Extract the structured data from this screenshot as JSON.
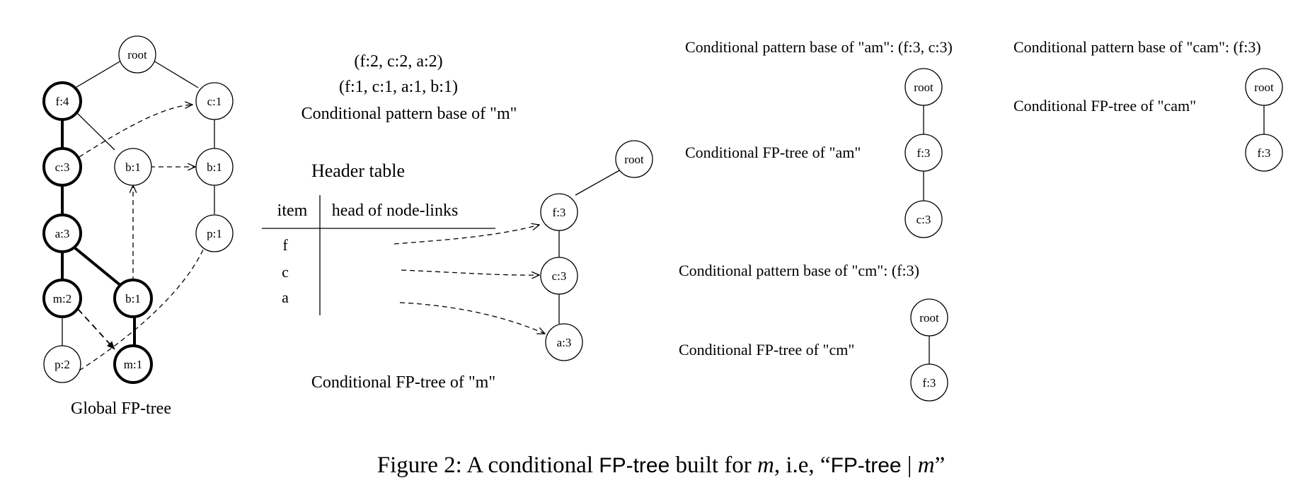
{
  "global_tree": {
    "caption": "Global FP-tree",
    "nodes": {
      "root": "root",
      "f4": "f:4",
      "c1top": "c:1",
      "c3": "c:3",
      "b1mid": "b:1",
      "b1right": "b:1",
      "a3": "a:3",
      "p1": "p:1",
      "m2": "m:2",
      "b1low": "b:1",
      "p2": "p:2",
      "m1": "m:1"
    }
  },
  "m_pattern_base": {
    "line1": "(f:2, c:2, a:2)",
    "line2": "(f:1, c:1, a:1, b:1)",
    "title": "Conditional pattern base of \"m\""
  },
  "header_table": {
    "title": "Header table",
    "col_item": "item",
    "col_head": "head of node-links",
    "rows": [
      "f",
      "c",
      "a"
    ]
  },
  "m_tree": {
    "caption": "Conditional FP-tree of \"m\"",
    "nodes": {
      "root": "root",
      "f3": "f:3",
      "c3": "c:3",
      "a3": "a:3"
    }
  },
  "am": {
    "pattern_base": "Conditional pattern base of \"am\": (f:3, c:3)",
    "tree_label": "Conditional FP-tree of \"am\"",
    "nodes": {
      "root": "root",
      "f3": "f:3",
      "c3": "c:3"
    }
  },
  "cam": {
    "pattern_base": "Conditional pattern base of \"cam\": (f:3)",
    "tree_label": "Conditional FP-tree of \"cam\"",
    "nodes": {
      "root": "root",
      "f3": "f:3"
    }
  },
  "cm": {
    "pattern_base": "Conditional pattern base of \"cm\": (f:3)",
    "tree_label": "Conditional FP-tree of \"cm\"",
    "nodes": {
      "root": "root",
      "f3": "f:3"
    }
  },
  "figure_caption": {
    "prefix": "Figure 2:  A conditional ",
    "fptree": "FP-tree",
    "mid": " built for ",
    "var_m": "m",
    "after_m": ", i.e, “",
    "fptree2": "FP-tree",
    "bar": " | ",
    "var_m2": "m",
    "close": "”"
  },
  "colors": {
    "ink": "#000000",
    "background": "#ffffff"
  }
}
